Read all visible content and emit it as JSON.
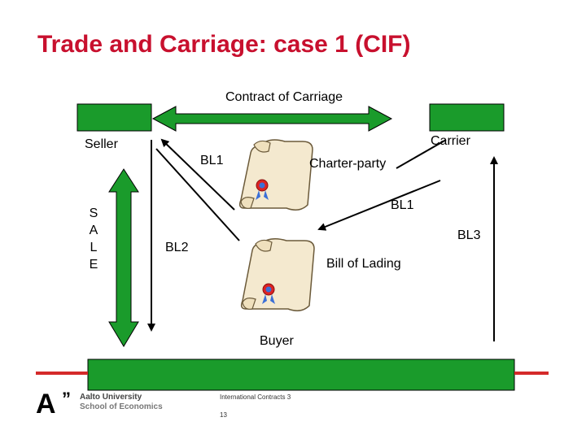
{
  "slide": {
    "title": "Trade and Carriage: case 1 (CIF)"
  },
  "diagram": {
    "contract_label": "Contract of Carriage",
    "seller_label": "Seller",
    "carrier_label": "Carrier",
    "buyer_label": "Buyer",
    "sale_letters": [
      "S",
      "A",
      "L",
      "E"
    ],
    "bl1_top_label": "BL1",
    "charter_party_label": "Charter-party",
    "bl1_right_label": "BL1",
    "bl2_label": "BL2",
    "bl3_label": "BL3",
    "bill_of_lading_label": "Bill of Lading",
    "colors": {
      "box_green": "#1a9b2b",
      "title_red": "#c8102e",
      "line_red": "#d42a2a"
    },
    "icons": [
      "scroll-document-icon",
      "ribbon-seal-icon"
    ]
  },
  "footer": {
    "logo_letter": "A",
    "logo_mark": "”",
    "university_line1": "Aalto University",
    "university_line2": "School of Economics",
    "course": "International Contracts 3",
    "page_number": "13"
  }
}
